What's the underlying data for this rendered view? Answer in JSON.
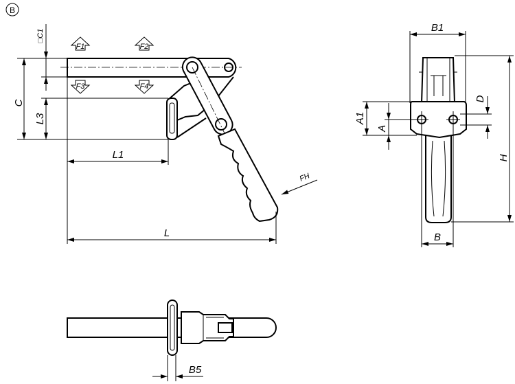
{
  "view_marker": "B",
  "forces": {
    "f1": "F1",
    "f2": "F2",
    "f3": "F3",
    "f4": "F4",
    "fh": "FH"
  },
  "dimensions": {
    "c1": "□C1",
    "c": "C",
    "l3": "L3",
    "l1": "L1",
    "l": "L",
    "b1": "B1",
    "a1": "A1",
    "a": "A",
    "d": "D",
    "h": "H",
    "b": "B",
    "b5": "B5"
  }
}
